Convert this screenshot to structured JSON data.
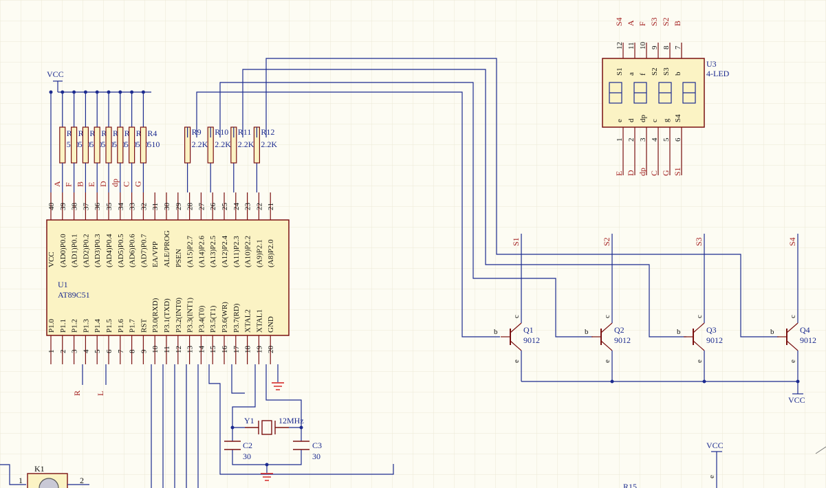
{
  "colors": {
    "background": "#fdfcf3",
    "grid": "#ece8d6",
    "wire": "#1b2a8f",
    "component": "#7a1010",
    "chip_fill": "#fbf3c4",
    "net_label": "#a21d1d",
    "text": "#1b2a8f",
    "ground": "#d21a1a"
  },
  "u1": {
    "designator": "U1",
    "part": "AT89C51",
    "top_pins": [
      {
        "num": "40",
        "name": "VCC"
      },
      {
        "num": "39",
        "name": "(AD0)P0.0"
      },
      {
        "num": "38",
        "name": "(AD1)P0.1"
      },
      {
        "num": "37",
        "name": "(AD2)P0.2"
      },
      {
        "num": "36",
        "name": "(AD3)P0.3"
      },
      {
        "num": "35",
        "name": "(AD4)P0.4"
      },
      {
        "num": "34",
        "name": "(AD5)P0.5"
      },
      {
        "num": "33",
        "name": "(AD6)P0.6"
      },
      {
        "num": "32",
        "name": "(AD7)P0.7"
      },
      {
        "num": "31",
        "name": "EA/VPP"
      },
      {
        "num": "30",
        "name": "ALE/PROG"
      },
      {
        "num": "29",
        "name": "PSEN"
      },
      {
        "num": "28",
        "name": "(A15)P2.7"
      },
      {
        "num": "27",
        "name": "(A14)P2.6"
      },
      {
        "num": "26",
        "name": "(A13)P2.5"
      },
      {
        "num": "25",
        "name": "(A12)P2.4"
      },
      {
        "num": "24",
        "name": "(A11)P2.3"
      },
      {
        "num": "23",
        "name": "(A10)P2.2"
      },
      {
        "num": "22",
        "name": "(A9)P2.1"
      },
      {
        "num": "21",
        "name": "(A8)P2.0"
      }
    ],
    "bottom_pins": [
      {
        "num": "1",
        "name": "P1.0"
      },
      {
        "num": "2",
        "name": "P1.1"
      },
      {
        "num": "3",
        "name": "P1.2"
      },
      {
        "num": "4",
        "name": "P1.3"
      },
      {
        "num": "5",
        "name": "P1.4"
      },
      {
        "num": "6",
        "name": "P1.5"
      },
      {
        "num": "7",
        "name": "P1.6"
      },
      {
        "num": "8",
        "name": "P1.7"
      },
      {
        "num": "9",
        "name": "RST"
      },
      {
        "num": "10",
        "name": "P3.0(RXD)"
      },
      {
        "num": "11",
        "name": "P3.1(TXD)"
      },
      {
        "num": "12",
        "name": "P3.2(INT0)"
      },
      {
        "num": "13",
        "name": "P3.3(INT1)"
      },
      {
        "num": "14",
        "name": "P3.4(T0)"
      },
      {
        "num": "15",
        "name": "P3.5(T1)"
      },
      {
        "num": "16",
        "name": "P3.6(WR)"
      },
      {
        "num": "17",
        "name": "P3.7(RD)"
      },
      {
        "num": "18",
        "name": "XTAL2"
      },
      {
        "num": "19",
        "name": "XTAL1"
      },
      {
        "num": "20",
        "name": "GND"
      }
    ],
    "segment_nets": [
      "A",
      "F",
      "B",
      "E",
      "D",
      "dp",
      "C",
      "G"
    ],
    "bottom_nets": [
      "R",
      "L"
    ]
  },
  "resistor_array": {
    "vcc_label": "VCC",
    "designators": [
      "R1",
      "R2",
      "R3",
      "R5",
      "R6",
      "R7",
      "R8",
      "R4"
    ],
    "value": "510"
  },
  "digit_resistors": [
    {
      "ref": "R9",
      "value": "2.2K"
    },
    {
      "ref": "R10",
      "value": "2.2K"
    },
    {
      "ref": "R11",
      "value": "2.2K"
    },
    {
      "ref": "R12",
      "value": "2.2K"
    }
  ],
  "u3": {
    "designator": "U3",
    "part": "4-LED",
    "top_pins": [
      {
        "num": "12",
        "name": "S1",
        "net": "S4"
      },
      {
        "num": "11",
        "name": "a",
        "net": "A"
      },
      {
        "num": "10",
        "name": "f",
        "net": "F"
      },
      {
        "num": "9",
        "name": "S2",
        "net": "S3"
      },
      {
        "num": "8",
        "name": "S3",
        "net": "S2"
      },
      {
        "num": "7",
        "name": "b",
        "net": "B"
      }
    ],
    "bottom_pins": [
      {
        "num": "1",
        "name": "e",
        "net": "E"
      },
      {
        "num": "2",
        "name": "d",
        "net": "D"
      },
      {
        "num": "3",
        "name": "dp",
        "net": "dp"
      },
      {
        "num": "4",
        "name": "c",
        "net": "C"
      },
      {
        "num": "5",
        "name": "g",
        "net": "G"
      },
      {
        "num": "6",
        "name": "S4",
        "net": "S1"
      }
    ]
  },
  "transistors": [
    {
      "ref": "Q1",
      "type": "9012",
      "net": "S1"
    },
    {
      "ref": "Q2",
      "type": "9012",
      "net": "S2"
    },
    {
      "ref": "Q3",
      "type": "9012",
      "net": "S3"
    },
    {
      "ref": "Q4",
      "type": "9012",
      "net": "S4"
    }
  ],
  "transistor_pins": {
    "base": "b",
    "collector": "c",
    "emitter": "e"
  },
  "transistor_vcc": "VCC",
  "crystal": {
    "ref": "Y1",
    "value": "12MHz"
  },
  "capacitors": [
    {
      "ref": "C2",
      "value": "30"
    },
    {
      "ref": "C3",
      "value": "30"
    }
  ],
  "switch": {
    "ref": "K1",
    "pin1": "1",
    "pin2": "2"
  },
  "bottom_right": {
    "vcc": "VCC",
    "ref": "R15",
    "pin": "e"
  }
}
